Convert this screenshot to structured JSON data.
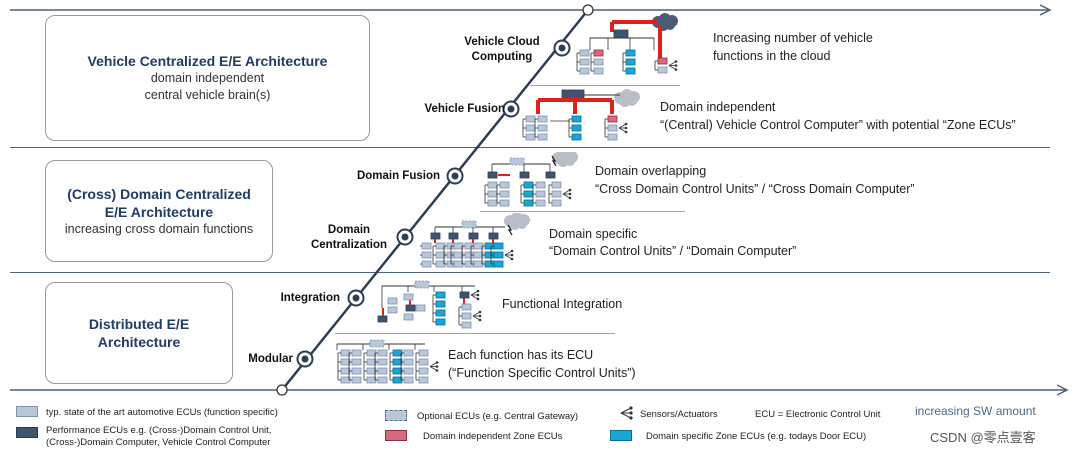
{
  "architectures": [
    {
      "title": "Vehicle Centralized E/E Architecture",
      "subtitle": [
        "domain independent",
        "central vehicle brain(s)"
      ]
    },
    {
      "title": "(Cross) Domain Centralized E/E Architecture",
      "subtitle": [
        "increasing cross domain functions"
      ]
    },
    {
      "title": "Distributed E/E Architecture",
      "subtitle": []
    }
  ],
  "stages": [
    {
      "label": "Vehicle Cloud Computing",
      "desc": [
        "Increasing number of vehicle",
        "functions in the cloud"
      ]
    },
    {
      "label": "Vehicle Fusion",
      "desc": [
        "Domain independent",
        "“(Central) Vehicle Control Computer” with potential “Zone ECUs”"
      ]
    },
    {
      "label": "Domain Fusion",
      "desc": [
        "Domain overlapping",
        "“Cross Domain Control Units” / “Cross Domain Computer”"
      ]
    },
    {
      "label": "Domain Centralization",
      "desc": [
        "Domain specific",
        "“Domain Control Units” / “Domain Computer”"
      ]
    },
    {
      "label": "Integration",
      "desc": [
        "Functional Integration"
      ]
    },
    {
      "label": "Modular",
      "desc": [
        "Each function has its ECU",
        "(“Function Specific Control Units”)"
      ]
    }
  ],
  "legend": {
    "state_of_art": "typ. state of the art automotive ECUs (function specific)",
    "performance": [
      "Performance ECUs e.g. (Cross-)Domain Control Unit,",
      "(Cross-)Domain Computer, Vehicle Control Computer"
    ],
    "optional": "Optional ECUs (e.g. Central Gateway)",
    "zone_independent": "Domain independent Zone ECUs",
    "sensors": "Sensors/Actuators",
    "ecu_def": "ECU = Electronic Control Unit",
    "zone_specific": "Domain specific Zone ECUs (e.g. todays Door ECU)"
  },
  "axis_label": "increasing SW amount",
  "watermark": "CSDN @零点壹客",
  "colors": {
    "light_ecu": "#b8c7da",
    "dark_ecu": "#3d5573",
    "pink_zone": "#d96a7e",
    "cyan_zone": "#17a7d8",
    "red_link": "#e0201b",
    "separator": "#4a6178"
  }
}
